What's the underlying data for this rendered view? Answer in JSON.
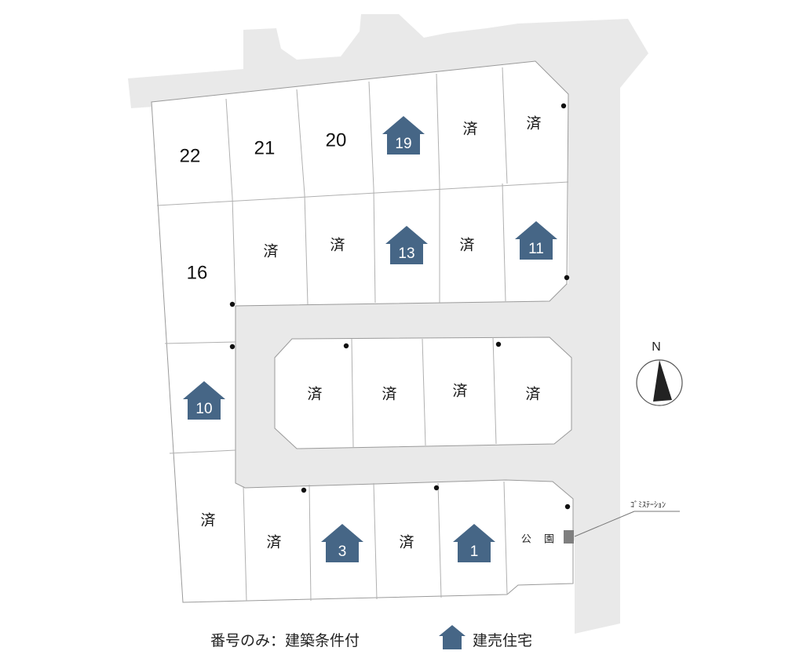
{
  "lots": [
    {
      "id": "22",
      "kind": "number",
      "label": "22"
    },
    {
      "id": "21",
      "kind": "number",
      "label": "21"
    },
    {
      "id": "20",
      "kind": "number",
      "label": "20"
    },
    {
      "id": "19",
      "kind": "house",
      "label": "19"
    },
    {
      "id": "18",
      "kind": "sold",
      "label": "済"
    },
    {
      "id": "17",
      "kind": "sold",
      "label": "済"
    },
    {
      "id": "16",
      "kind": "number",
      "label": "16"
    },
    {
      "id": "15",
      "kind": "sold",
      "label": "済"
    },
    {
      "id": "14",
      "kind": "sold",
      "label": "済"
    },
    {
      "id": "13",
      "kind": "house",
      "label": "13"
    },
    {
      "id": "12",
      "kind": "sold",
      "label": "済"
    },
    {
      "id": "11",
      "kind": "house",
      "label": "11"
    },
    {
      "id": "10",
      "kind": "house",
      "label": "10"
    },
    {
      "id": "9",
      "kind": "sold",
      "label": "済"
    },
    {
      "id": "8",
      "kind": "sold",
      "label": "済"
    },
    {
      "id": "7",
      "kind": "sold",
      "label": "済"
    },
    {
      "id": "6",
      "kind": "sold",
      "label": "済"
    },
    {
      "id": "5",
      "kind": "sold",
      "label": "済"
    },
    {
      "id": "4",
      "kind": "sold",
      "label": "済"
    },
    {
      "id": "3",
      "kind": "house",
      "label": "3"
    },
    {
      "id": "2",
      "kind": "sold",
      "label": "済"
    },
    {
      "id": "1",
      "kind": "house",
      "label": "1"
    }
  ],
  "park_label": "公 園",
  "garbage_station_label": "ｺﾞﾐｽﾃｰｼｮﾝ",
  "north_label": "N",
  "legend": {
    "number_only": "番号のみ：建築条件付",
    "house": "建売住宅"
  },
  "colors": {
    "house": "#466686",
    "road": "#e9e9e9",
    "garbage_station": "#7f7f7f"
  }
}
